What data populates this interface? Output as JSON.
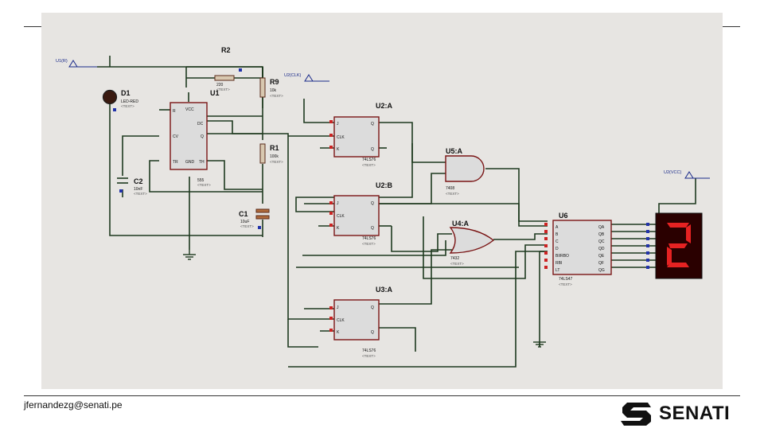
{
  "diagram": {
    "components": {
      "r2": {
        "ref": "R2",
        "value": "220"
      },
      "r9": {
        "ref": "R9",
        "value": "10k"
      },
      "r1": {
        "ref": "R1",
        "value": "100k"
      },
      "d1": {
        "ref": "D1",
        "value": "LED-RED"
      },
      "c2": {
        "ref": "C2",
        "value": "10nF"
      },
      "c1": {
        "ref": "C1",
        "value": "10uF"
      },
      "u1": {
        "ref": "U1",
        "value": "555"
      },
      "u2a": {
        "ref": "U2:A",
        "value": "74LS76"
      },
      "u2b": {
        "ref": "U2:B",
        "value": "74LS76"
      },
      "u3a": {
        "ref": "U3:A",
        "value": "74LS76"
      },
      "u5a": {
        "ref": "U5:A",
        "value": "7408"
      },
      "u4a": {
        "ref": "U4:A",
        "value": "7432"
      },
      "u6": {
        "ref": "U6",
        "value": "74LS47"
      }
    },
    "placeholder": "<TEXT>",
    "terminals": {
      "t1": "U1(R)",
      "t2": "U2(CLK)",
      "t3": "U2(VCC)"
    },
    "u1_pins": {
      "r": "R",
      "vcc": "VCC",
      "dc": "DC",
      "cv": "CV",
      "tr": "TR",
      "gnd": "GND",
      "th": "TH",
      "q": "Q"
    },
    "ff_pins": {
      "j": "J",
      "clk": "CLK",
      "k": "K",
      "q": "Q",
      "qbar": "Q"
    },
    "u6_pins_left": [
      "A",
      "B",
      "C",
      "D",
      "BI/RBO",
      "RBI",
      "LT"
    ],
    "u6_pins_right": [
      "QA",
      "QB",
      "QC",
      "QD",
      "QE",
      "QF",
      "QG"
    ],
    "display_digit": "2",
    "colors": {
      "wire": "#1f3a1f",
      "body": "#dcdcdc",
      "segment": "#e52222",
      "display": "#2a0000",
      "pin_red": "#cc2222",
      "pin_blue": "#2233aa"
    }
  },
  "footer": {
    "email": "jfernandezg@senati.pe",
    "brand": "SENATI",
    "logo_icon": "senati-s-logo"
  }
}
